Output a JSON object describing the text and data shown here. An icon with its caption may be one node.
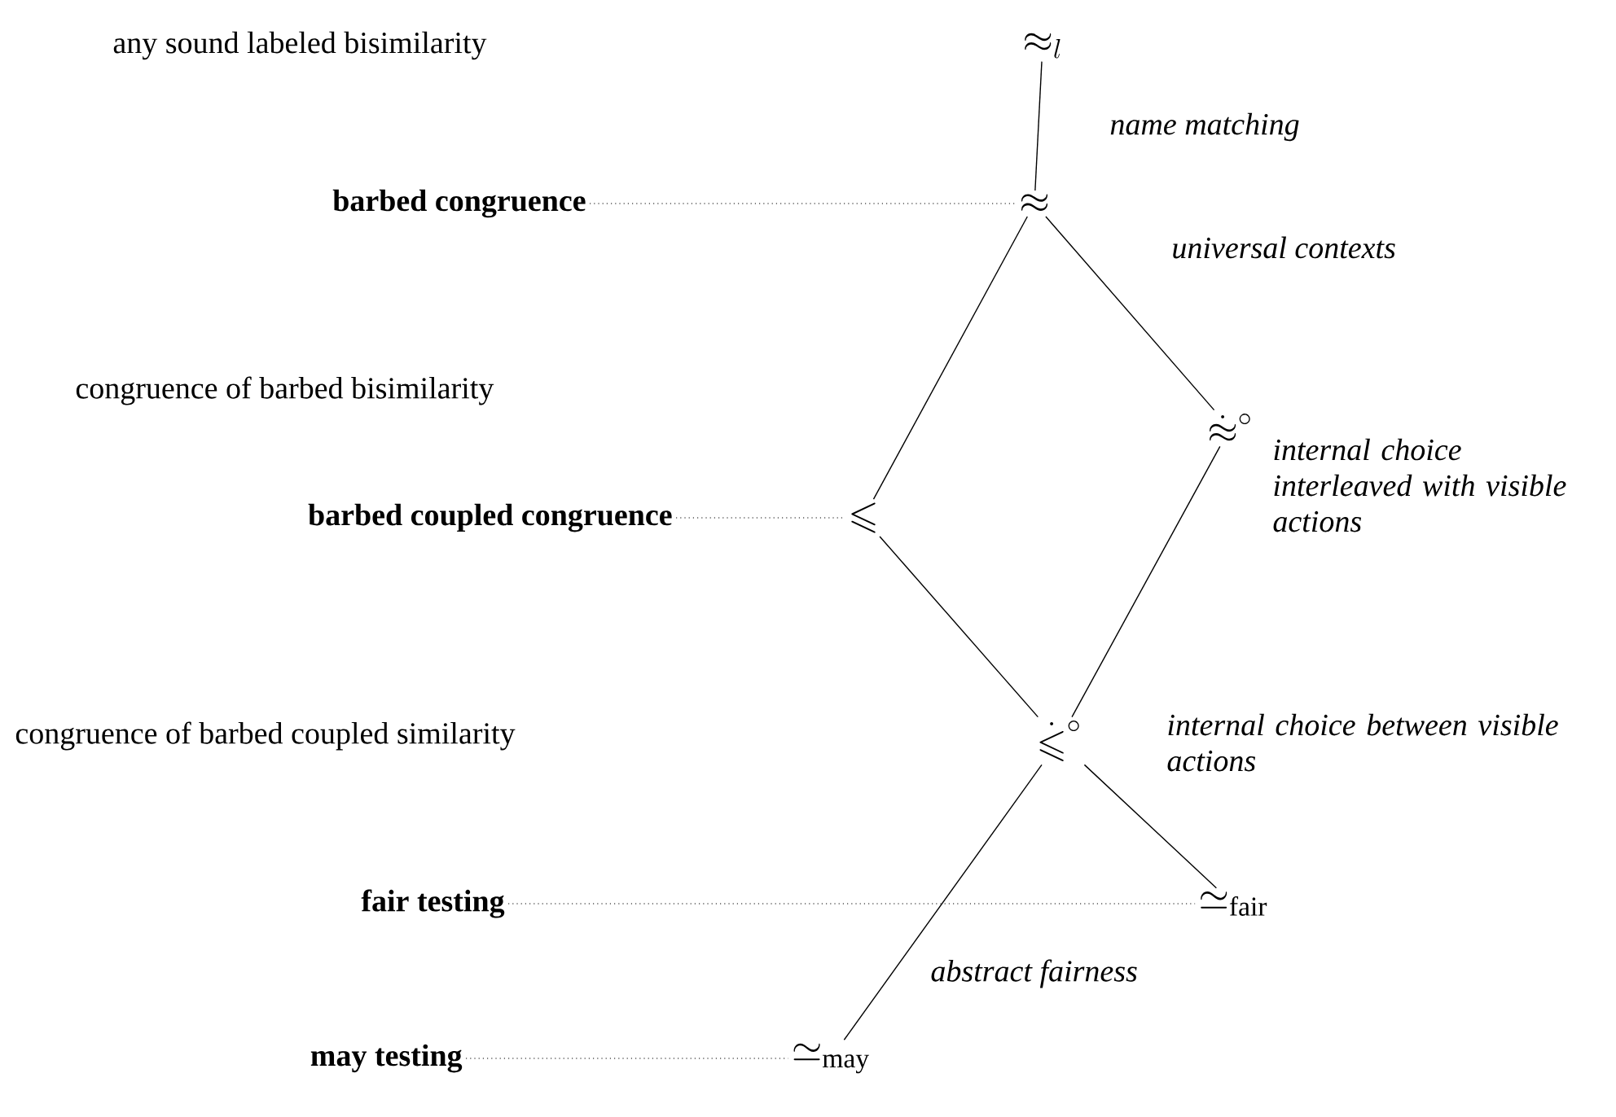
{
  "diagram": {
    "nodes": [
      {
        "text": [
          "\\approx_{l}"
        ]
      },
      {
        "text": [
          "barbed congruence"
        ]
      },
      {
        "text": [
          "\\approx"
        ]
      },
      {
        "text": [
          "\\dot{\\approx}^{\\circ}"
        ]
      },
      {
        "text": [
          "barbed coupled congruence"
        ]
      },
      {
        "text": [
          "\\leqslant"
        ]
      },
      {
        "text": [
          "\\dot{\\leqslant}^{\\circ}"
        ]
      },
      {
        "text": [
          "fair testing"
        ]
      },
      {
        "text": [
          "\\simeq_{\\mathrm{fair}}"
        ]
      },
      {
        "text": [
          "may testing"
        ]
      },
      {
        "text": [
          "\\simeq_{\\mathrm{may}}"
        ]
      }
    ],
    "edges": [
      {
        "from": 0,
        "to": 2,
        "arrow": "none"
      },
      {
        "from": 1,
        "to": 2,
        "arrow": "none",
        "style": "dashed"
      },
      {
        "from": 2,
        "to": 5,
        "arrow": "none"
      },
      {
        "from": 2,
        "to": 3,
        "arrow": "none"
      },
      {
        "from": 4,
        "to": 5,
        "arrow": "none",
        "style": "dashed"
      },
      {
        "from": 5,
        "to": 6,
        "arrow": "none"
      },
      {
        "from": 3,
        "to": 6,
        "arrow": "none"
      },
      {
        "from": 6,
        "to": 8,
        "arrow": "none"
      },
      {
        "from": 6,
        "to": 10,
        "arrow": "none"
      },
      {
        "from": 7,
        "to": 8,
        "arrow": "none",
        "style": "dashed"
      },
      {
        "from": 9,
        "to": 10,
        "arrow": "none",
        "style": "dashed"
      }
    ],
    "labels": [
      "any sound labeled bisimilarity",
      "name matching",
      "universal contexts",
      "congruence of barbed bisimilarity",
      "internal choice interleaved with visible actions",
      "congruence of barbed coupled similarity",
      "internal choice between visible actions",
      "abstract fairness"
    ]
  }
}
